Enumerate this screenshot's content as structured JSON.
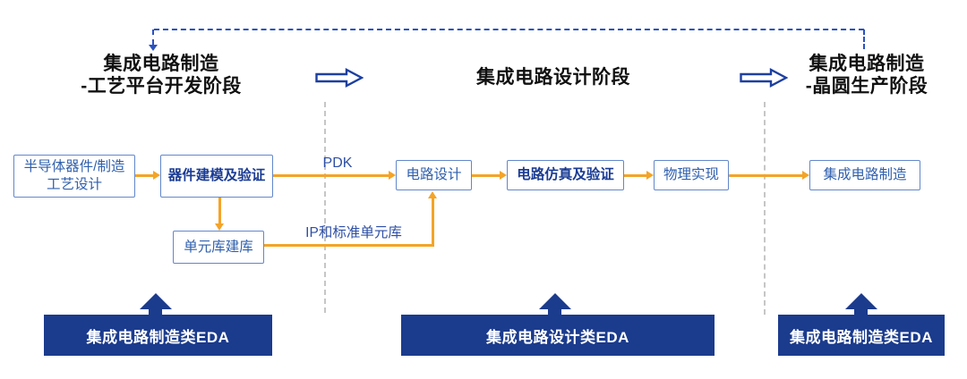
{
  "colors": {
    "navy": "#1B3B8D",
    "arrow_orange": "#F4A427",
    "feedback_dash_blue": "#2B52BE",
    "box_border_blue": "#6287CB",
    "box_text_blue": "#3060AE",
    "separator_gray": "#C6C6C6"
  },
  "stages": {
    "process_platform": {
      "line1": "集成电路制造",
      "line2": "-工艺平台开发阶段"
    },
    "design": {
      "title": "集成电路设计阶段"
    },
    "wafer_production": {
      "line1": "集成电路制造",
      "line2": "-晶圆生产阶段"
    }
  },
  "flow": {
    "device_process_design": {
      "line1": "半导体器件/制造",
      "line2": "工艺设计"
    },
    "device_modeling": "器件建模及验证",
    "cell_library": "单元库建库",
    "circuit_design": "电路设计",
    "circuit_simulation": "电路仿真及验证",
    "physical_implementation": "物理实现",
    "ic_manufacturing": "集成电路制造",
    "pdk_label": "PDK",
    "ip_label": "IP和标准单元库"
  },
  "eda_banners": {
    "manufacturing_left": "集成电路制造类EDA",
    "design_center": "集成电路设计类EDA",
    "manufacturing_right": "集成电路制造类EDA"
  }
}
